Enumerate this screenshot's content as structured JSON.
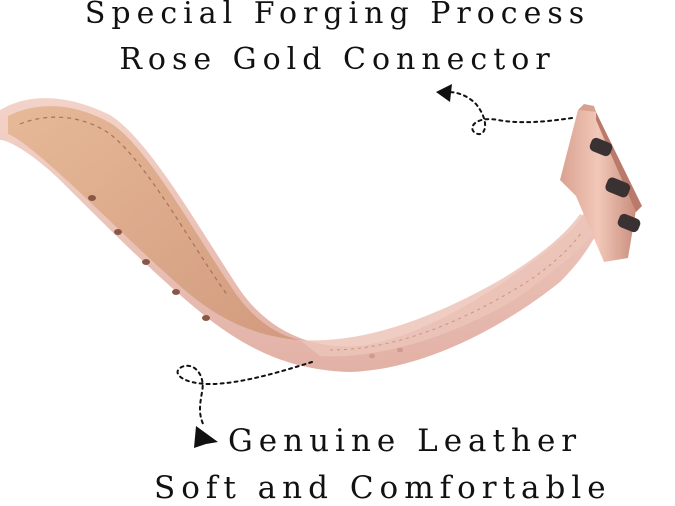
{
  "header": {
    "line1": "Special Forging Process",
    "line2": "Rose Gold Connector"
  },
  "footer": {
    "line1": "Genuine Leather",
    "line2": "Soft and Comfortable"
  },
  "colors": {
    "leather_pink": "#e9bfb4",
    "leather_light": "#f3d3c9",
    "leather_shadow": "#c98f84",
    "suede_inner": "#d9a68a",
    "rose_gold": "#e8b7a4",
    "rose_gold_dark": "#c4897a",
    "pin_dark": "#3a3232",
    "text": "#111111",
    "background": "#ffffff"
  },
  "icons": {
    "top_arrow": "dotted-loop-arrow-icon",
    "bottom_arrow": "dotted-loop-arrow-icon"
  }
}
